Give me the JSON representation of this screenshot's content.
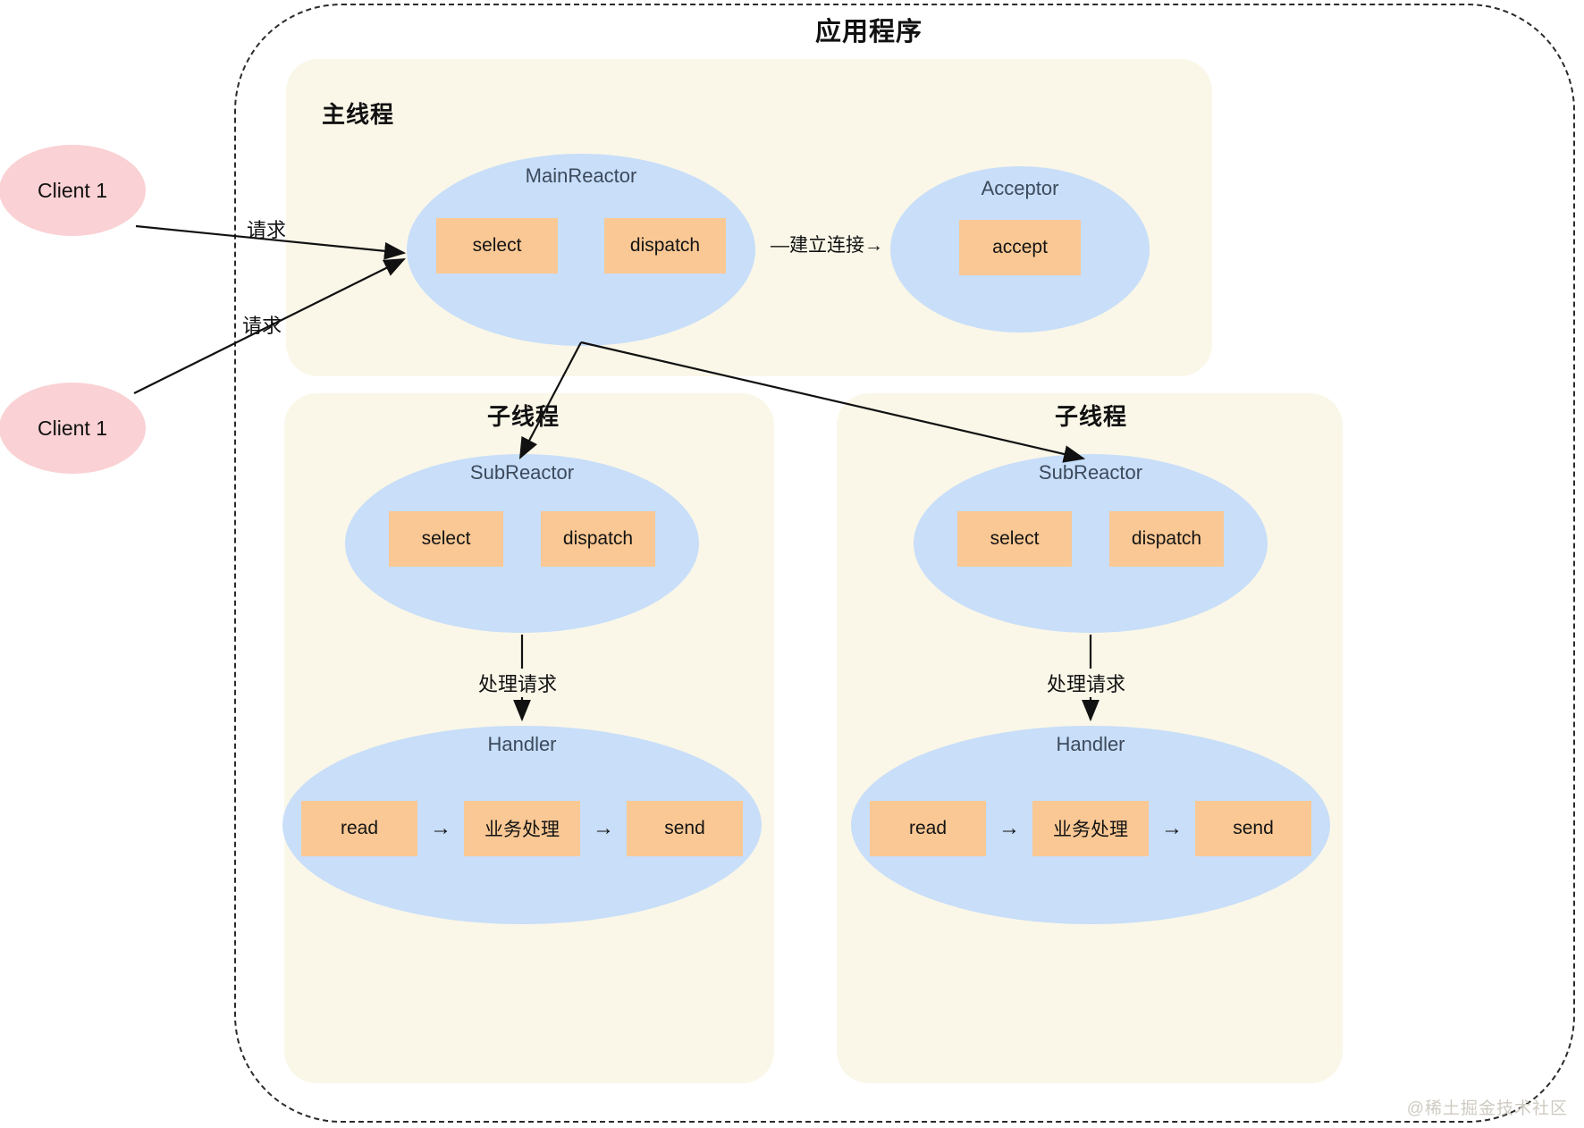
{
  "diagram": {
    "title": "应用程序",
    "watermark": "@稀土掘金技术社区"
  },
  "clients": [
    {
      "label": "Client 1"
    },
    {
      "label": "Client 1"
    }
  ],
  "edges": {
    "request_1": "请求",
    "request_2": "请求",
    "establish_connection": "—建立连接→",
    "process_request_1": "处理请求",
    "process_request_2": "处理请求"
  },
  "main_thread": {
    "title": "主线程",
    "main_reactor": {
      "label": "MainReactor",
      "ops": [
        "select",
        "dispatch"
      ]
    },
    "acceptor": {
      "label": "Acceptor",
      "ops": [
        "accept"
      ]
    }
  },
  "sub_threads": [
    {
      "title": "子线程",
      "sub_reactor": {
        "label": "SubReactor",
        "ops": [
          "select",
          "dispatch"
        ]
      },
      "handler": {
        "label": "Handler",
        "steps": [
          "read",
          "业务处理",
          "send"
        ],
        "arrow": "→"
      }
    },
    {
      "title": "子线程",
      "sub_reactor": {
        "label": "SubReactor",
        "ops": [
          "select",
          "dispatch"
        ]
      },
      "handler": {
        "label": "Handler",
        "steps": [
          "read",
          "业务处理",
          "send"
        ],
        "arrow": "→"
      }
    }
  ],
  "colors": {
    "ellipse_blue": "#c8def9",
    "box_orange": "#fac894",
    "client_pink": "#fad1d4",
    "panel_cream": "#faf7e8",
    "border_dashed": "#2b2b2b",
    "label_slate": "#3c4a5c"
  }
}
